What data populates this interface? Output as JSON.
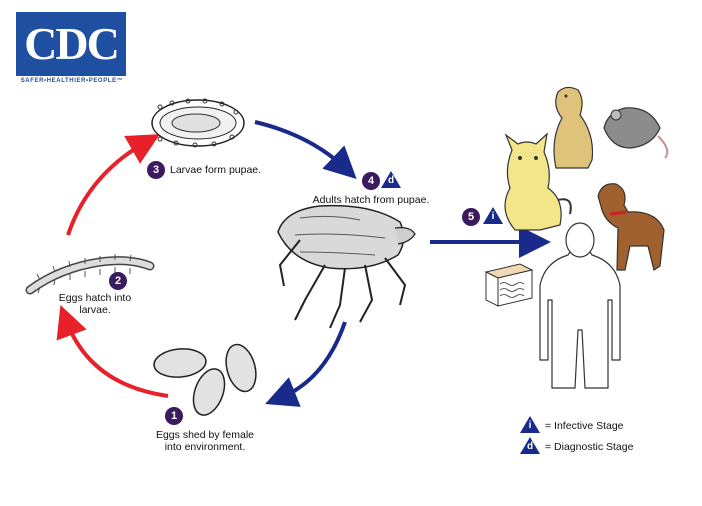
{
  "logo": {
    "text": "CDC",
    "tagline": "SAFER•HEALTHIER•PEOPLE™"
  },
  "steps": [
    {
      "num": "1",
      "label_l1": "Eggs shed by female",
      "label_l2": "into environment."
    },
    {
      "num": "2",
      "label_l1": "Eggs hatch into",
      "label_l2": "larvae."
    },
    {
      "num": "3",
      "label_l1": "Larvae form pupae.",
      "label_l2": ""
    },
    {
      "num": "4",
      "label_l1": "Adults hatch from pupae.",
      "label_l2": ""
    },
    {
      "num": "5",
      "label_l1": "",
      "label_l2": ""
    }
  ],
  "stage_markers": {
    "infective": "i",
    "diagnostic": "d"
  },
  "legend": {
    "infective": "= Infective Stage",
    "diagnostic": "= Diagnostic Stage"
  },
  "colors": {
    "red_arrow": "#e8202a",
    "blue_arrow": "#1a2a8a",
    "step_badge": "#3b1a5e",
    "logo_blue": "#1e4fa1"
  }
}
